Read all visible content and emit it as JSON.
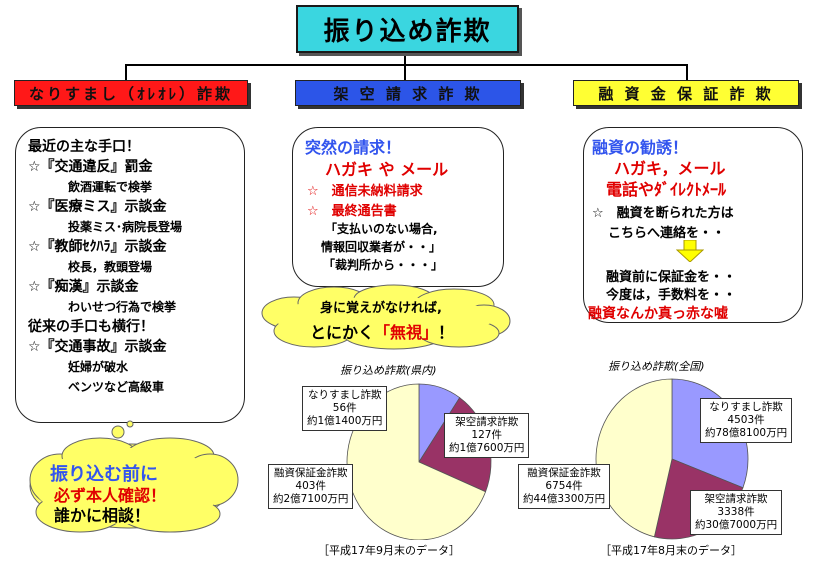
{
  "title": "振り込め詐欺",
  "headers": {
    "narisumashi": "なりすまし（ｵﾚｵﾚ）詐欺",
    "kaku": "架 空 請 求 詐 欺",
    "yushi": "融 資 金 保 証 詐 欺"
  },
  "left_box": {
    "lines": [
      "最近の主な手口！",
      "☆『交通違反』罰金",
      "飲酒運転で検挙",
      "☆『医療ミス』示談金",
      "投薬ミス･病院長登場",
      "☆『教師ｾｸﾊﾗ』示談金",
      "校長，教頭登場",
      "☆『痴漢』示談金",
      "わいせつ行為で検挙",
      "従来の手口も横行！",
      "☆『交通事故』示談金",
      "妊婦が破水",
      "ベンツなど高級車"
    ]
  },
  "mid_box": {
    "l1": "突然の請求！",
    "l2": "ハガキ や メール",
    "l3": "☆　通信未納料請求",
    "l4": "☆　最終通告書",
    "l5": "「支払いのない場合,",
    "l6": "情報回収業者が・・」",
    "l7": "「裁判所から・・・」"
  },
  "right_box": {
    "l1": "融資の勧誘！",
    "l2": "ハガキ，メール",
    "l3": "電話やﾀﾞｲﾚｸﾄﾒｰﾙ",
    "l4": "☆　融資を断られた方は",
    "l5": "こちらへ連絡を・・",
    "l6": "融資前に保証金を・・",
    "l7": "今度は，手数料を・・",
    "l8": "融資なんか真っ赤な嘘"
  },
  "cloud_mid": {
    "l1": "身に覚えがなければ,",
    "l2a": "とにかく",
    "l2b": "「無視」",
    "l2c": "！"
  },
  "cloud_left": {
    "l1": "振り込む前に",
    "l2": "必ず本人確認！",
    "l3": "誰かに相談！"
  },
  "chart_data": [
    {
      "type": "pie",
      "title": "振り込め詐欺(県内)",
      "note": "［平成17年9月末のデータ］",
      "slices": [
        {
          "name": "なりすまし詐欺",
          "count": 56,
          "count_label": "56件",
          "amount_label": "約1億1400万円",
          "color": "#9999ff"
        },
        {
          "name": "架空請求詐欺",
          "count": 127,
          "count_label": "127件",
          "amount_label": "約1億7600万円",
          "color": "#993366"
        },
        {
          "name": "融資保証金詐欺",
          "count": 403,
          "count_label": "403件",
          "amount_label": "約2億7100万円",
          "color": "#ffffcc"
        }
      ]
    },
    {
      "type": "pie",
      "title": "振り込め詐欺(全国)",
      "note": "［平成17年8月末のデータ］",
      "slices": [
        {
          "name": "なりすまし詐欺",
          "count": 4503,
          "count_label": "4503件",
          "amount_label": "約78億8100万円",
          "color": "#9999ff"
        },
        {
          "name": "架空請求詐欺",
          "count": 3338,
          "count_label": "3338件",
          "amount_label": "約30億7000万円",
          "color": "#993366"
        },
        {
          "name": "融資保証金詐欺",
          "count": 6754,
          "count_label": "6754件",
          "amount_label": "約44億3300万円",
          "color": "#ffffcc"
        }
      ]
    }
  ]
}
